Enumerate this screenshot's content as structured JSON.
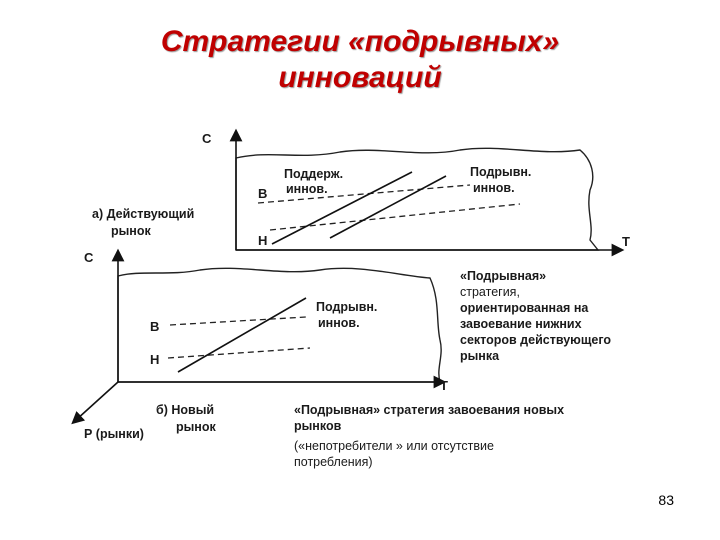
{
  "title": {
    "line1": "Стратегии «подрывных»",
    "line2": "инноваций"
  },
  "top_chart": {
    "y_axis": "С",
    "x_axis": "Т",
    "label_high": "В",
    "label_low": "Н",
    "sustaining_line1": "Поддерж.",
    "sustaining_line2": "иннов.",
    "disruptive_line1": "Подрывн.",
    "disruptive_line2": "иннов.",
    "side_label_line1": "а) Действующий",
    "side_label_line2": "рынок"
  },
  "bottom_chart": {
    "y_axis": "С",
    "x_axis": "Т",
    "label_high": "В",
    "label_low": "Н",
    "disruptive_line1": "Подрывн.",
    "disruptive_line2": "иннов.",
    "side_label_line1": "б) Новый",
    "side_label_line2": "рынок"
  },
  "p_axis": "Р (рынки)",
  "note_right": [
    "«Подрывная»",
    "стратегия,",
    "ориентированная на",
    "завоевание нижних",
    "секторов действующего",
    "рынка"
  ],
  "note_bottom": [
    "«Подрывная» стратегия завоевания новых",
    "рынков",
    "(«непотребители » или отсутствие",
    "потребления)"
  ],
  "page_number": "83"
}
